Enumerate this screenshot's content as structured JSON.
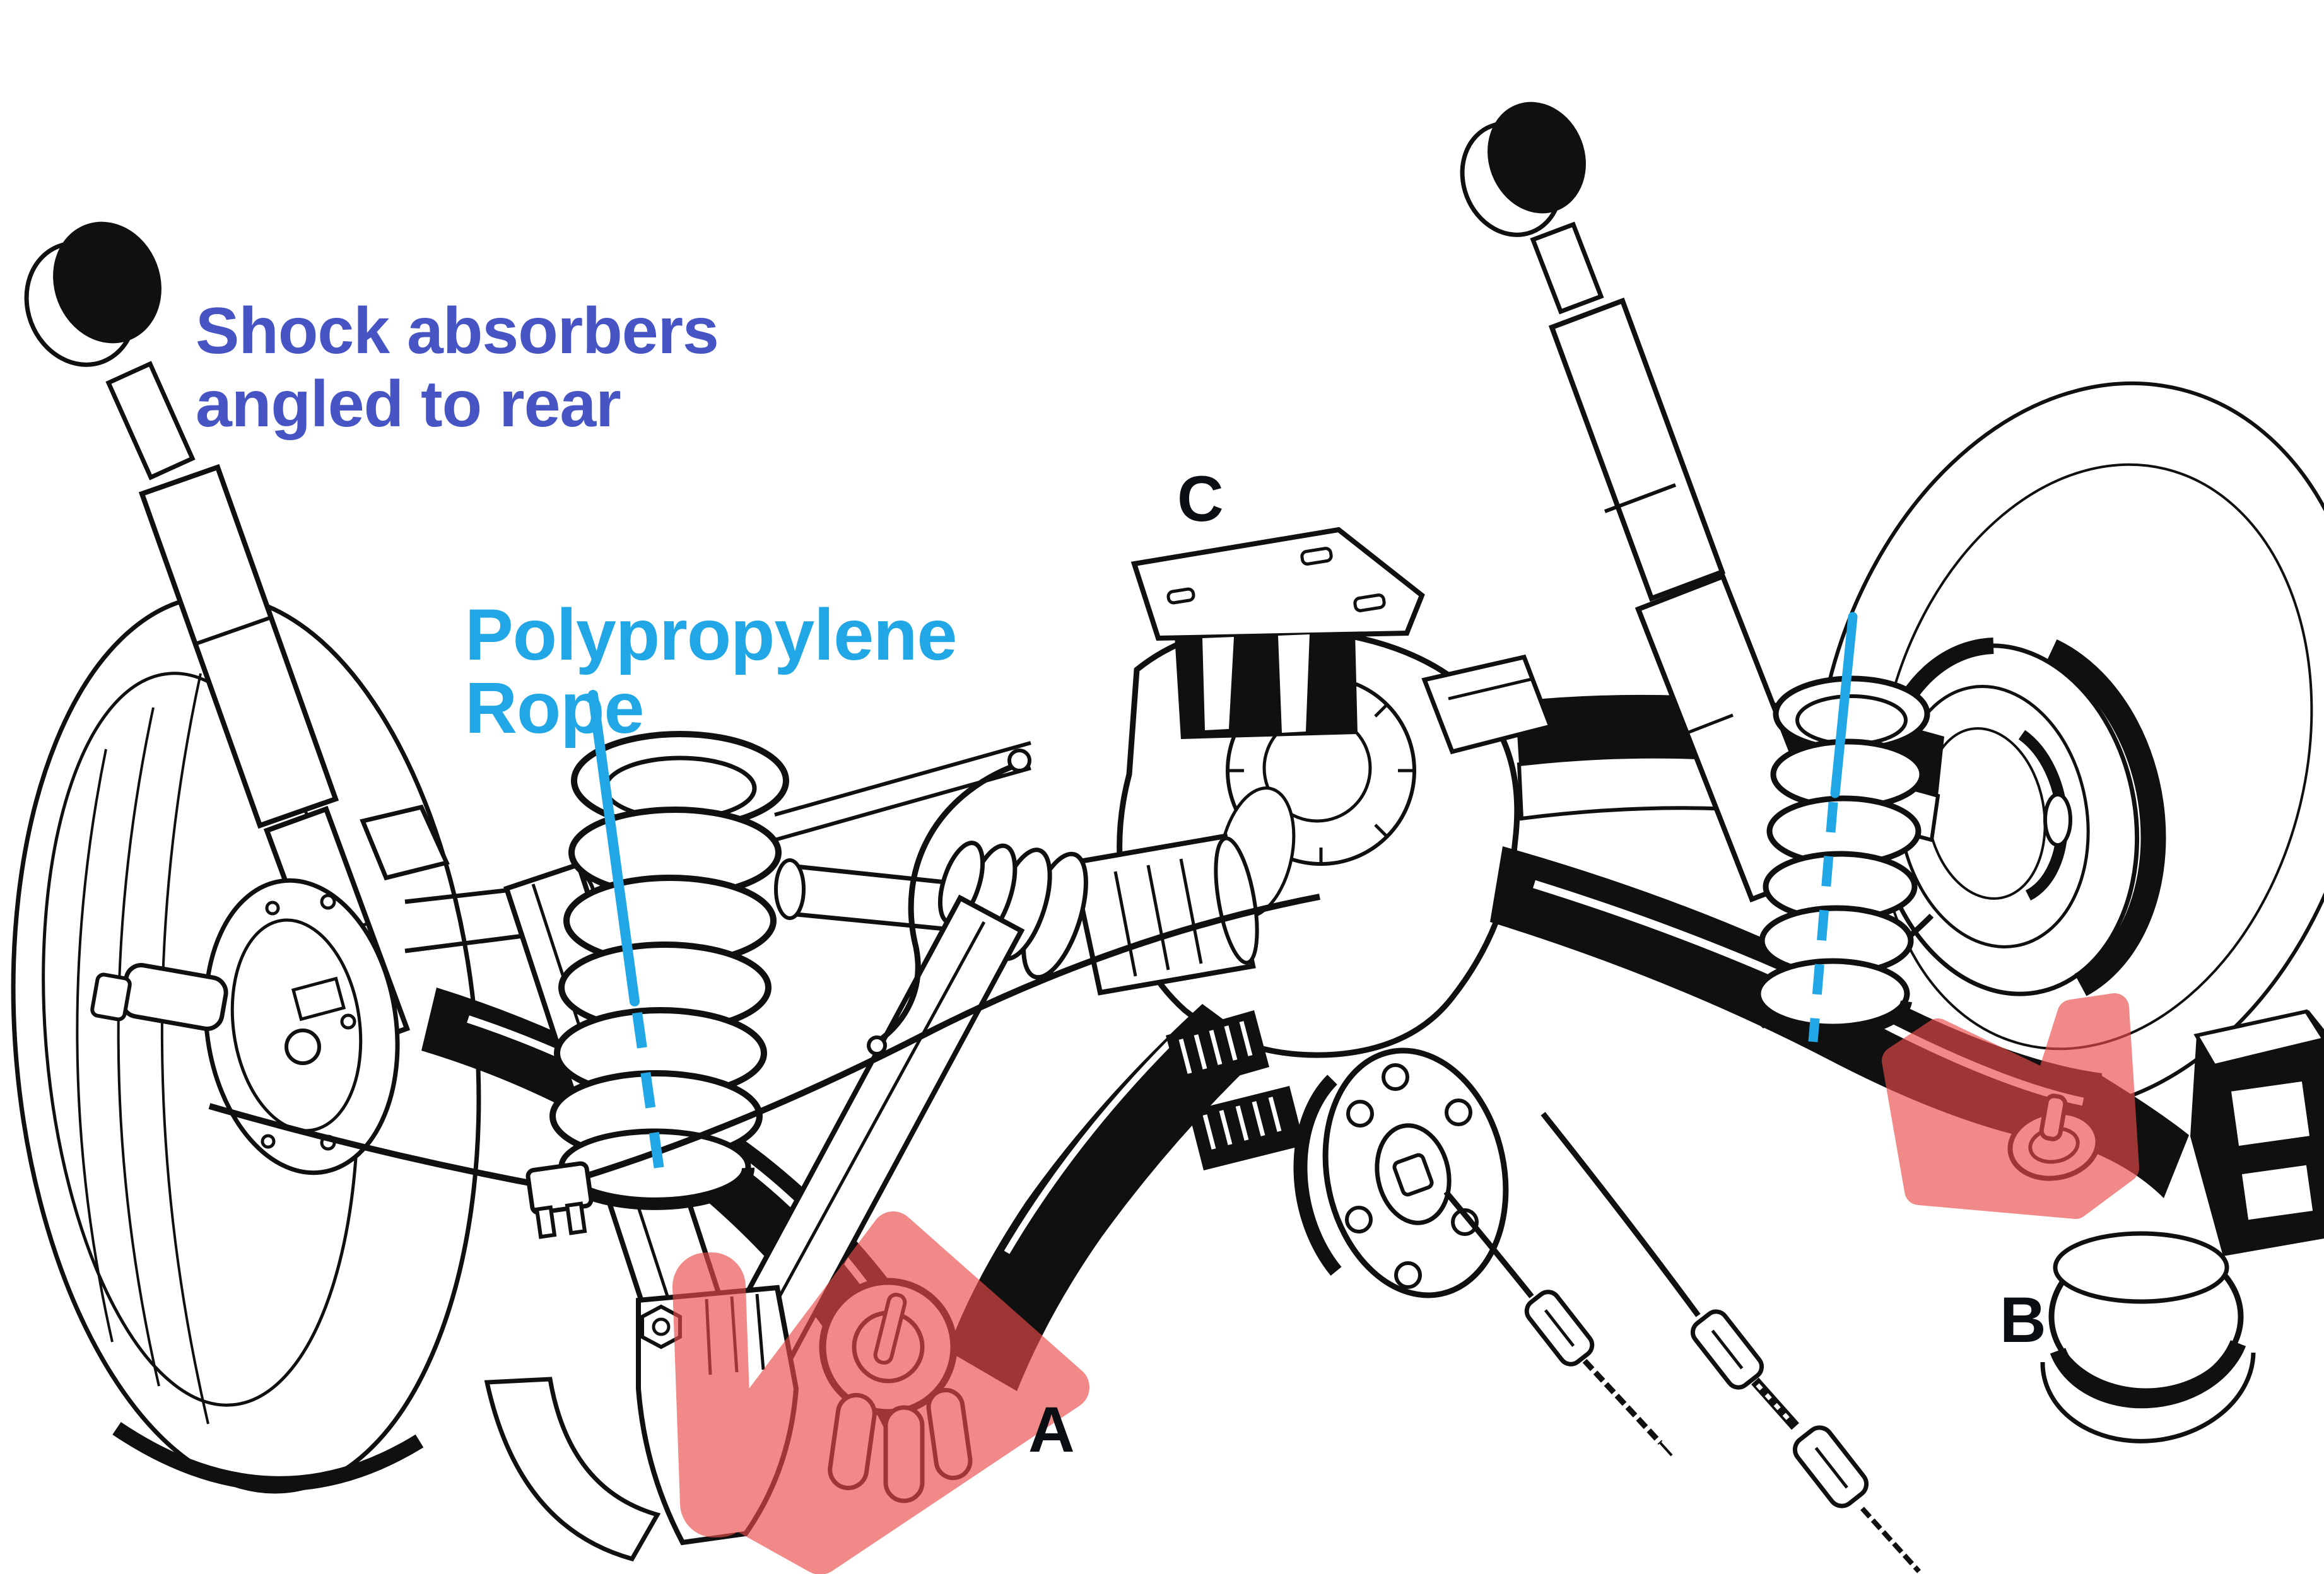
{
  "annotations": {
    "shock": {
      "line1": "Shock absorbers",
      "line2": "angled to rear",
      "color": "#4754C4"
    },
    "rope": {
      "line1": "Polypropylene",
      "line2": "Rope",
      "color": "#21A7E5"
    }
  },
  "markers": {
    "a": "A",
    "b": "B",
    "c": "C",
    "color": "#0B0F14"
  },
  "highlight": {
    "color": "#EA4B4B"
  }
}
